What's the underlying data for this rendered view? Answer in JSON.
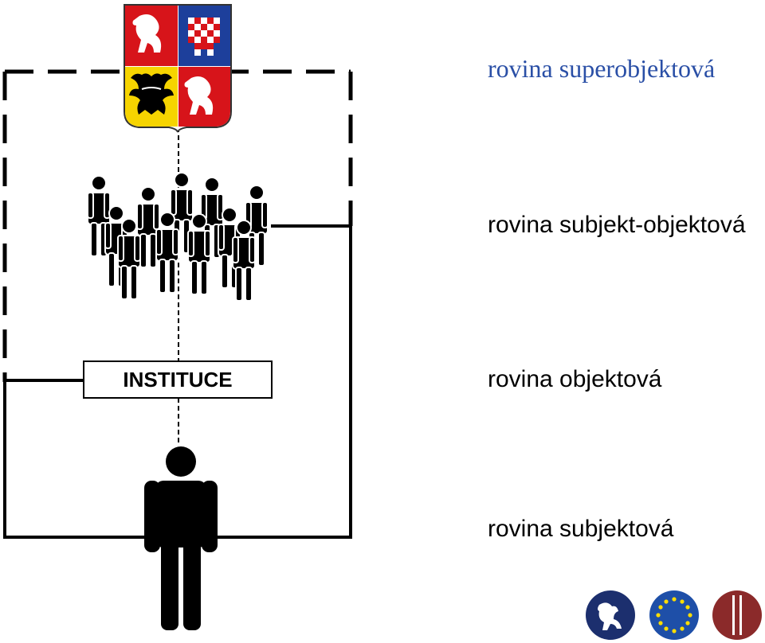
{
  "levels": {
    "superobject": "rovina superobjektová",
    "subject_object": "rovina subjekt-objektová",
    "object": "rovina objektová",
    "subject": "rovina subjektová"
  },
  "institution_label": "INSTITUCE",
  "colors": {
    "superobject_text": "#2a4fa6",
    "line": "#000000",
    "coat_red": "#d7141a",
    "coat_blue": "#1d3f9b",
    "coat_yellow": "#f6d400",
    "logo_navy": "#1c2f6e",
    "logo_eu_blue": "#1e4fa8",
    "logo_maroon": "#8b2a2a"
  },
  "icons": [
    "czech-coat-of-arms-icon",
    "group-of-people-icon",
    "person-icon",
    "lion-logo-icon",
    "eu-stars-logo-icon",
    "maroon-logo-icon"
  ]
}
